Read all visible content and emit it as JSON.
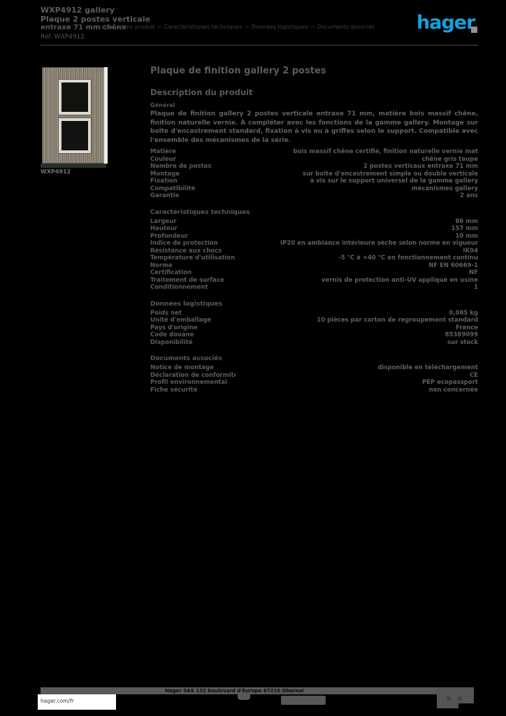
{
  "header": {
    "product_code_line": "WXP4912 gallery",
    "title_line": "Plaque 2 postes verticale",
    "subtitle_line": "entraxe 71 mm chêne",
    "ref_line": "Réf. WXP4912",
    "meta_line": "Informations produit — Caractéristiques techniques — Données logistiques — Documents associés",
    "logo_text": "hager"
  },
  "product": {
    "image_caption": "WXP4912",
    "image_alt": "plaque-2-postes-bois"
  },
  "main": {
    "page_title": "Plaque de finition gallery 2 postes",
    "intro_heading": "Description du produit",
    "intro_label": "Général",
    "description": "Plaque de finition gallery 2 postes verticale entraxe 71 mm, matière bois massif chêne, finition naturelle vernie. À compléter avec les fonctions de la gamme gallery. Montage sur boîte d'encastrement standard, fixation à vis ou à griffes selon le support. Compatible avec l'ensemble des mécanismes de la série.",
    "sections": [
      {
        "title": "",
        "rows": [
          {
            "label": "Matière",
            "value": "bois massif chêne certifié, finition naturelle vernie mat"
          },
          {
            "label": "Couleur",
            "value": "chêne gris taupe"
          },
          {
            "label": "Nombre de postes",
            "value": "2 postes verticaux entraxe 71 mm"
          },
          {
            "label": "Montage",
            "value": "sur boîte d'encastrement simple ou double verticale"
          },
          {
            "label": "Fixation",
            "value": "à vis sur le support universel de la gamme gallery"
          },
          {
            "label": "Compatibilité",
            "value": "mécanismes gallery"
          },
          {
            "label": "Garantie",
            "value": "2 ans"
          }
        ]
      },
      {
        "title": "Caractéristiques techniques",
        "rows": [
          {
            "label": "Largeur",
            "value": "86 mm"
          },
          {
            "label": "Hauteur",
            "value": "157 mm"
          },
          {
            "label": "Profondeur",
            "value": "10 mm"
          },
          {
            "label": "Indice de protection",
            "value": "IP20 en ambiance intérieure sèche selon norme en vigueur"
          },
          {
            "label": "Résistance aux chocs",
            "value": "IK04"
          },
          {
            "label": "Température d'utilisation",
            "value": "-5 °C à +40 °C en fonctionnement continu"
          },
          {
            "label": "Norme",
            "value": "NF EN 60669-1"
          },
          {
            "label": "Certification",
            "value": "NF"
          },
          {
            "label": "Traitement de surface",
            "value": "vernis de protection anti-UV appliqué en usine"
          },
          {
            "label": "Conditionnement",
            "value": "1"
          }
        ]
      },
      {
        "title": "Données logistiques",
        "rows": [
          {
            "label": "Poids net",
            "value": "0,085 kg"
          },
          {
            "label": "Unité d'emballage",
            "value": "10 pièces par carton de regroupement standard"
          },
          {
            "label": "Pays d'origine",
            "value": "France"
          },
          {
            "label": "Code douane",
            "value": "85389099"
          },
          {
            "label": "Disponibilité",
            "value": "sur stock"
          }
        ]
      },
      {
        "title": "Documents associés",
        "rows": [
          {
            "label": "Notice de montage",
            "value": "disponible en téléchargement"
          },
          {
            "label": "Déclaration de conformité",
            "value": "CE"
          },
          {
            "label": "Profil environnemental",
            "value": "PEP ecopassport"
          },
          {
            "label": "Fiche sécurité",
            "value": "non concernée"
          }
        ]
      }
    ]
  },
  "footer": {
    "company_line": "Hager SAS  132 boulevard d'Europe  67210 Obernai",
    "website": "hager.com/fr"
  }
}
